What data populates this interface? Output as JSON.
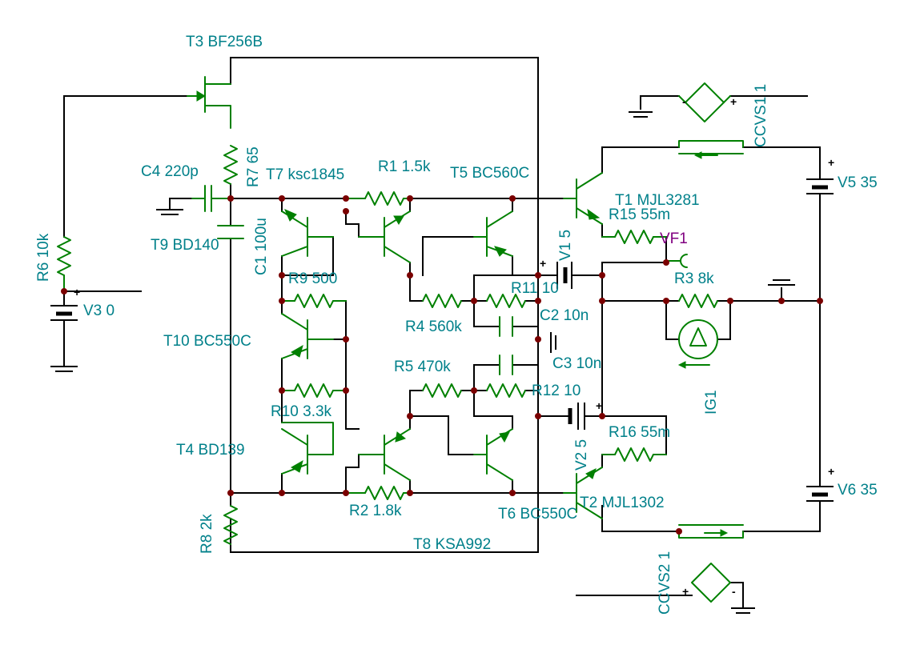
{
  "labels": {
    "t3": "T3 BF256B",
    "r7": "R7 65",
    "c4": "C4 220p",
    "t7": "T7 ksc1845",
    "r1": "R1 1.5k",
    "t5": "T5 BC560C",
    "c1": "C1 100u",
    "t9": "T9 BD140",
    "r6": "R6 10k",
    "v3": "V3 0",
    "r9": "R9 500",
    "t10": "T10 BC550C",
    "r4": "R4 560k",
    "r11": "R11 10",
    "c2": "C2 10n",
    "c3": "C3 10n",
    "r5": "R5 470k",
    "r12": "R12 10",
    "r10": "R10 3.3k",
    "t4": "T4 BD139",
    "r2": "R2 1.8k",
    "t6": "T6 BC550C",
    "r8": "R8 2k",
    "t8": "T8 KSA992",
    "t1": "T1 MJL3281",
    "r15": "R15 55m",
    "vf1": "VF1",
    "v1": "V1 5",
    "r3": "R3 8k",
    "ig1": "IG1",
    "v5": "V5 35",
    "v6": "V6 35",
    "ccvs1": "CCVS1 1",
    "ccvs2": "CCVS2 1",
    "v2": "V2 5",
    "r16": "R16 55m",
    "t2": "T2 MJL1302",
    "plus": "+",
    "minus": "-"
  },
  "colors": {
    "wire": "#000000",
    "component": "#008000",
    "label": "#00808a",
    "probe_label": "#800080",
    "node": "#7a0000"
  }
}
